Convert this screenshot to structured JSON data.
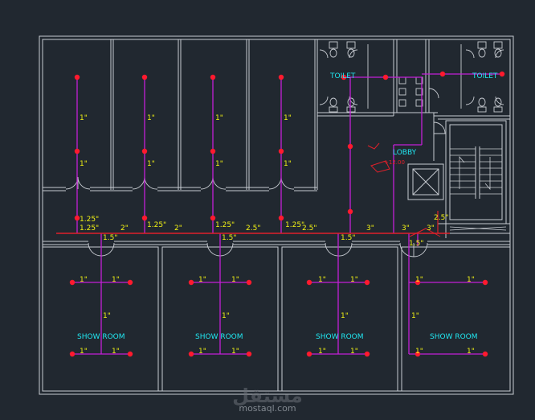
{
  "colors": {
    "background": "#212830",
    "wall": "#c8ccd2",
    "pipe": "#c41fd6",
    "main_pipe": "#e0202a",
    "node": "#ff1a2e",
    "room_text": "#21e6f0",
    "size_text": "#f2f214"
  },
  "rooms": {
    "toilet_left": "TOILET",
    "toilet_right": "TOILET",
    "lobby": "LOBBY",
    "level": "+12.00",
    "showroom_1": "SHOW ROOM",
    "showroom_2": "SHOW ROOM",
    "showroom_3": "SHOW ROOM",
    "showroom_4": "SHOW ROOM"
  },
  "sizes": {
    "upper_1a": "1\"",
    "upper_1b": "1\"",
    "upper_1c": "1.25\"",
    "upper_1d": "1.25\"",
    "upper_2a": "1\"",
    "upper_2b": "1\"",
    "upper_2c": "1.25\"",
    "upper_3a": "1\"",
    "upper_3b": "1\"",
    "upper_3c": "1.25\"",
    "upper_4a": "1\"",
    "upper_4b": "1\"",
    "upper_4c": "1.25\"",
    "main_1": "2\"",
    "main_2": "2\"",
    "main_3": "2.5\"",
    "main_4": "2.5\"",
    "main_5": "3\"",
    "main_6": "3\"",
    "main_7": "3\"",
    "riser": "2.5\"",
    "drop_1": "1.5\"",
    "drop_2": "1.5\"",
    "drop_3": "1.5\"",
    "drop_4": "1.5\"",
    "sr1_tl": "1\"",
    "sr1_tr": "1\"",
    "sr1_mid": "1\"",
    "sr1_bl": "1\"",
    "sr1_br": "1\"",
    "sr2_tl": "1\"",
    "sr2_tr": "1\"",
    "sr2_mid": "1\"",
    "sr2_bl": "1\"",
    "sr2_br": "1\"",
    "sr3_tl": "1\"",
    "sr3_tr": "1\"",
    "sr3_mid": "1\"",
    "sr3_bl": "1\"",
    "sr3_br": "1\"",
    "sr4_tl": "1\"",
    "sr4_tr": "1\"",
    "sr4_mid": "1\"",
    "sr4_bl": "1\"",
    "sr4_br": "1\""
  },
  "watermark": {
    "arabic": "مستقل",
    "latin": "mostaql.com"
  }
}
